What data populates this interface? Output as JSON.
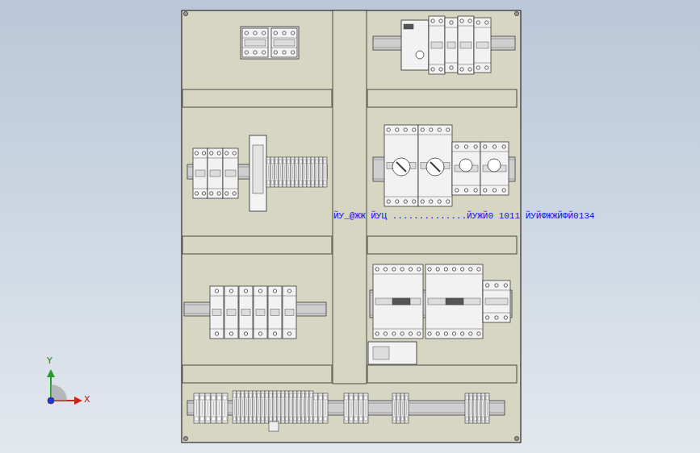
{
  "diagram": {
    "labels": [
      "ЙУ_@ЖЖ ЙУЦ ..............ЙУЖЙ0 1011 ЙУЙФЖЖЙФЙ0134",
      "Y",
      "X"
    ]
  }
}
